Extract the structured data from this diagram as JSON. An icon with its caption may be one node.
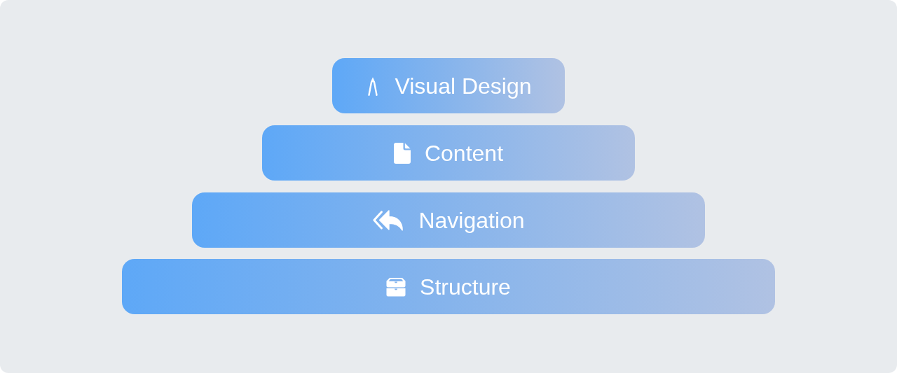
{
  "diagram": {
    "nodes": [
      {
        "text": [
          "Visual Design"
        ]
      },
      {
        "text": [
          "Content"
        ]
      },
      {
        "text": [
          "Navigation"
        ]
      },
      {
        "text": [
          "Structure"
        ]
      }
    ]
  }
}
